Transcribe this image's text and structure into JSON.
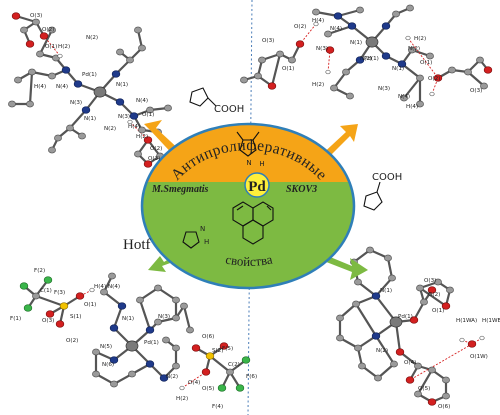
{
  "center": {
    "metal": "Pd",
    "arc_top": "Антипролиферативные",
    "arc_bottom": "свойства",
    "left_target": "M.Smegmatis",
    "right_target": "SKOV3",
    "colors": {
      "top": "#f5a417",
      "bottom": "#7dba42",
      "ring": "#2f7fb8",
      "metal": "#ffef3a",
      "arrow": "#7dba42"
    }
  },
  "ligands": {
    "cooh_top": "COOH",
    "cooh_right": "COOH",
    "pyrazole_h": "H",
    "pyrazole_n": "N",
    "pyrazole_top_n": "N",
    "pyrazole_top_h": "H",
    "hotf": "Hotf"
  },
  "structure_tl": {
    "labels": [
      "O(3)",
      "O(2)",
      "O(1)",
      "H(2)",
      "N(2)",
      "Pd(1)",
      "N(1)",
      "H(4)",
      "N(4)",
      "N(3)",
      "N(3)",
      "N(4)",
      "N(1)",
      "H(4)",
      "O(1)",
      "N(2)",
      "O(2)",
      "O(3)",
      "H(2)"
    ]
  },
  "structure_tr": {
    "labels": [
      "H(4)",
      "N(4)",
      "N(3)",
      "N(1)",
      "N(2)",
      "O(3)",
      "O(2)",
      "O(1)",
      "H(2)",
      "Pd(1)",
      "O(1)",
      "O(2)",
      "O(3)",
      "H(2)",
      "N(2)",
      "N(1)",
      "N(3)",
      "N(4)",
      "H(4)"
    ]
  },
  "structure_bl": {
    "labels": [
      "F(2)",
      "F(3)",
      "F(1)",
      "C(1)",
      "H(4)",
      "O(1)",
      "S(1)",
      "O(3)",
      "O(2)",
      "N(4)",
      "N(3)",
      "N(5)",
      "N(6)",
      "N(1)",
      "Pd(1)",
      "N(2)",
      "O(6)",
      "S(2)",
      "O(4)",
      "O(5)",
      "F(5)",
      "F(6)",
      "F(4)",
      "C(2)",
      "H(2)"
    ]
  },
  "structure_br": {
    "labels": [
      "O(3)",
      "O(2)",
      "N(1)",
      "O(1)",
      "Pd(1)",
      "N(2)",
      "O(4)",
      "H(1WA)",
      "H(1WB)",
      "O(1W)",
      "O(5)",
      "O(6)"
    ]
  }
}
